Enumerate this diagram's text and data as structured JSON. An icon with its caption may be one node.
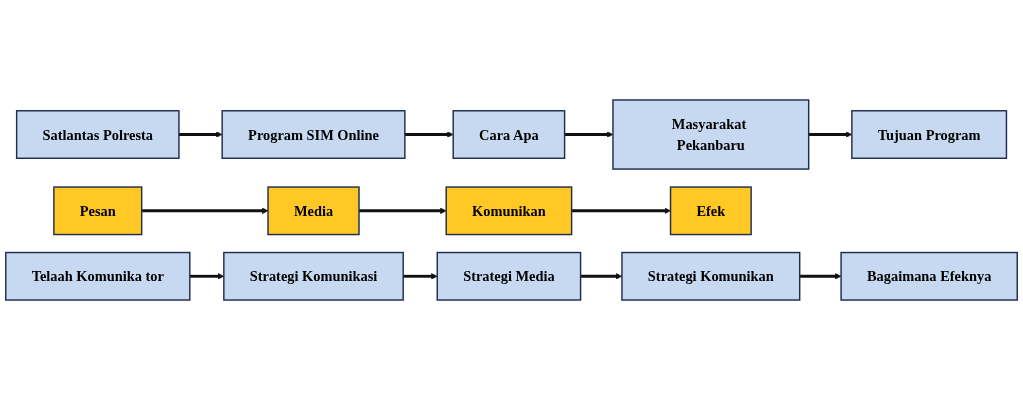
{
  "diagram": {
    "nodes": [
      {
        "text": [
          "Satlantas Polresta"
        ]
      },
      {
        "text": [
          "Program SIM Online"
        ]
      },
      {
        "text": [
          "Cara Apa"
        ]
      },
      {
        "text": [
          "Masyarakat Pekanbaru"
        ]
      },
      {
        "text": [
          "Tujuan Program"
        ]
      },
      {
        "text": [
          "Pesan"
        ]
      },
      {
        "text": [
          "Media"
        ]
      },
      {
        "text": [
          "Komunikan"
        ]
      },
      {
        "text": [
          "Efek"
        ]
      },
      {
        "text": [
          "Telaah Komunika tor"
        ]
      },
      {
        "text": [
          "Strategi Komunikasi"
        ]
      },
      {
        "text": [
          "Strategi Media"
        ]
      },
      {
        "text": [
          "Strategi Komunikan"
        ]
      },
      {
        "text": [
          "Bagaimana Efeknya"
        ]
      }
    ],
    "edges": [
      {
        "from": 0,
        "to": 1,
        "arrow": "to"
      },
      {
        "from": 1,
        "to": 2,
        "arrow": "to"
      },
      {
        "from": 2,
        "to": 3,
        "arrow": "to"
      },
      {
        "from": 3,
        "to": 4,
        "arrow": "to"
      },
      {
        "from": 5,
        "to": 6,
        "arrow": "to"
      },
      {
        "from": 6,
        "to": 7,
        "arrow": "to"
      },
      {
        "from": 7,
        "to": 8,
        "arrow": "to"
      },
      {
        "from": 9,
        "to": 10,
        "arrow": "to"
      },
      {
        "from": 10,
        "to": 11,
        "arrow": "to"
      },
      {
        "from": 11,
        "to": 12,
        "arrow": "to"
      },
      {
        "from": 12,
        "to": 13,
        "arrow": "to"
      }
    ]
  }
}
